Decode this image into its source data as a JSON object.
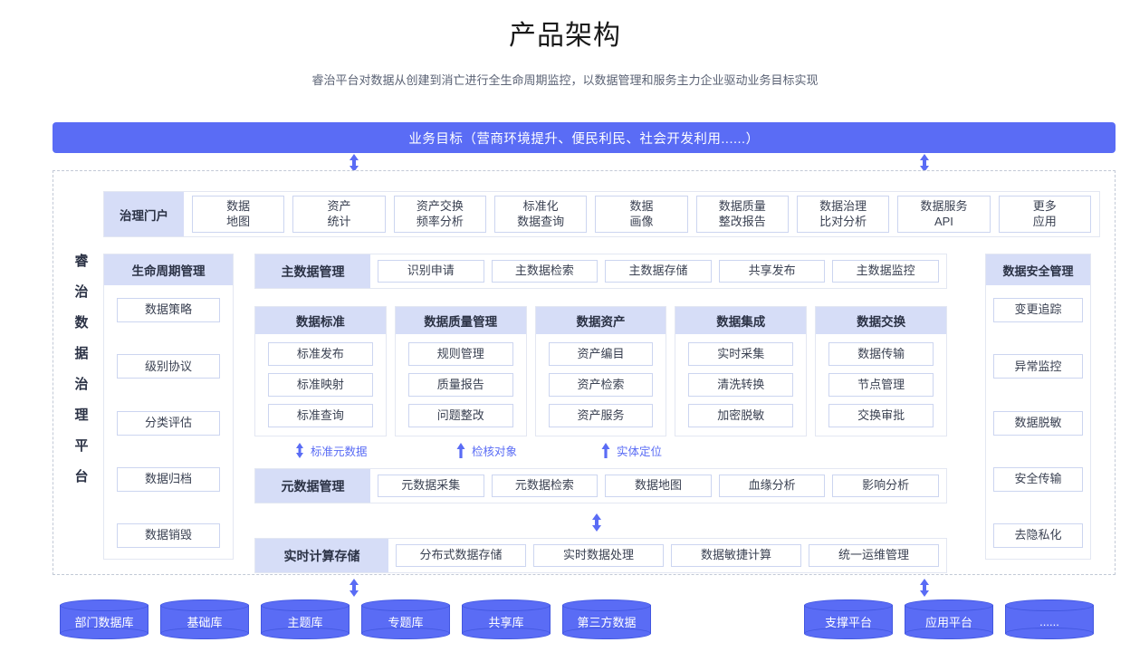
{
  "header": {
    "title": "产品架构",
    "subtitle": "睿治平台对数据从创建到消亡进行全生命周期监控，以数据管理和服务主力企业驱动业务目标实现"
  },
  "goal_bar": {
    "label": "业务目标（营商环境提升、便民利民、社会开发利用......）"
  },
  "platform": {
    "vertical_label": [
      "睿",
      "治",
      "数",
      "据",
      "治",
      "理",
      "平",
      "台"
    ],
    "portal": {
      "header": "治理门户",
      "apps": [
        "数据\n地图",
        "资产\n统计",
        "资产交换\n频率分析",
        "标准化\n数据查询",
        "数据\n画像",
        "数据质量\n整改报告",
        "数据治理\n比对分析",
        "数据服务\nAPI",
        "更多\n应用"
      ]
    },
    "lifecycle": {
      "header": "生命周期管理",
      "items": [
        "数据策略",
        "级别协议",
        "分类评估",
        "数据归档",
        "数据销毁"
      ]
    },
    "master_data": {
      "header": "主数据管理",
      "apps": [
        "识别申请",
        "主数据检索",
        "主数据存储",
        "共享发布",
        "主数据监控"
      ]
    },
    "domains": [
      {
        "header": "数据标准",
        "items": [
          "标准发布",
          "标准映射",
          "标准查询"
        ]
      },
      {
        "header": "数据质量管理",
        "items": [
          "规则管理",
          "质量报告",
          "问题整改"
        ]
      },
      {
        "header": "数据资产",
        "items": [
          "资产编目",
          "资产检索",
          "资产服务"
        ]
      },
      {
        "header": "数据集成",
        "items": [
          "实时采集",
          "清洗转换",
          "加密脱敏"
        ]
      },
      {
        "header": "数据交换",
        "items": [
          "数据传输",
          "节点管理",
          "交换审批"
        ]
      }
    ],
    "annotations": [
      {
        "label": "标准元数据",
        "arrow": "double"
      },
      {
        "label": "检核对象",
        "arrow": "up"
      },
      {
        "label": "实体定位",
        "arrow": "up"
      }
    ],
    "metadata": {
      "header": "元数据管理",
      "apps": [
        "元数据采集",
        "元数据检索",
        "数据地图",
        "血缘分析",
        "影响分析"
      ]
    },
    "compute": {
      "header": "实时计算存储",
      "apps": [
        "分布式数据存储",
        "实时数据处理",
        "数据敏捷计算",
        "统一运维管理"
      ]
    },
    "security": {
      "header": "数据安全管理",
      "items": [
        "变更追踪",
        "异常监控",
        "数据脱敏",
        "安全传输",
        "去隐私化"
      ]
    }
  },
  "databases": {
    "left": [
      "部门数据库",
      "基础库",
      "主题库",
      "专题库",
      "共享库",
      "第三方数据"
    ],
    "right": [
      "支撑平台",
      "应用平台",
      "......"
    ]
  },
  "colors": {
    "accent": "#5a6cf5",
    "header_fill": "#d6ddf7",
    "box_border": "#ccd5f0",
    "panel_border": "#e3e7f2",
    "dashed_border": "#c2c9d6",
    "text_dark": "#2b3245",
    "text_body": "#3a4152",
    "subtitle": "#5a6274"
  }
}
